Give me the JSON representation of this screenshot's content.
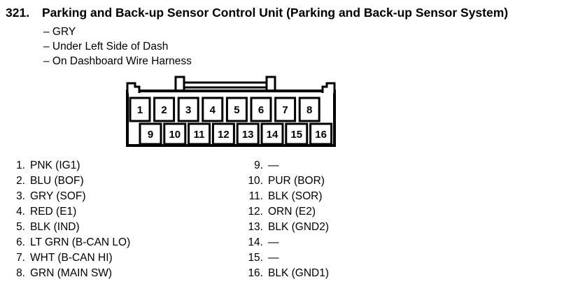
{
  "page": {
    "paper_color": "#ffffff",
    "ink_color": "#000000"
  },
  "header": {
    "section_number": "321.",
    "title": "Parking and Back-up Sensor Control Unit (Parking and Back-up Sensor System)",
    "details": [
      "– GRY",
      "– Under Left Side of Dash",
      "– On Dashboard Wire Harness"
    ]
  },
  "connector": {
    "top_row_pins": [
      "1",
      "2",
      "3",
      "4",
      "5",
      "6",
      "7",
      "8"
    ],
    "bottom_row_pins": [
      "9",
      "10",
      "11",
      "12",
      "13",
      "14",
      "15",
      "16"
    ]
  },
  "pinout": {
    "left_column": [
      {
        "num": "1.",
        "label": "PNK (IG1)"
      },
      {
        "num": "2.",
        "label": "BLU (BOF)"
      },
      {
        "num": "3.",
        "label": "GRY (SOF)"
      },
      {
        "num": "4.",
        "label": "RED (E1)"
      },
      {
        "num": "5.",
        "label": "BLK (IND)"
      },
      {
        "num": "6.",
        "label": "LT GRN (B-CAN LO)"
      },
      {
        "num": "7.",
        "label": "WHT (B-CAN HI)"
      },
      {
        "num": "8.",
        "label": "GRN (MAIN SW)"
      }
    ],
    "right_column": [
      {
        "num": "9.",
        "label": "—"
      },
      {
        "num": "10.",
        "label": "PUR (BOR)"
      },
      {
        "num": "11.",
        "label": "BLK (SOR)"
      },
      {
        "num": "12.",
        "label": "ORN (E2)"
      },
      {
        "num": "13.",
        "label": "BLK (GND2)"
      },
      {
        "num": "14.",
        "label": "—"
      },
      {
        "num": "15.",
        "label": "—"
      },
      {
        "num": "16.",
        "label": "BLK (GND1)"
      }
    ]
  }
}
